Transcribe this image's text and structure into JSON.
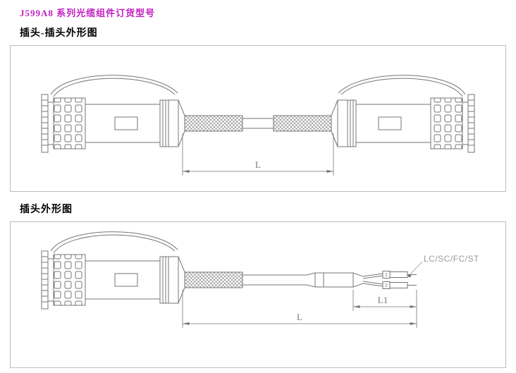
{
  "title": "J599A8 系列光缆组件订货型号",
  "section_plug_to_plug": {
    "heading": "插头-插头外形图",
    "dim_length_label": "L"
  },
  "section_plug": {
    "heading": "插头外形图",
    "dim_length_label": "L",
    "dim_l1_label": "L1",
    "connector_types_label": "LC/SC/FC/ST",
    "port_1": "1",
    "port_2": "2"
  },
  "colors": {
    "title_text": "#c020c0",
    "drawing_line": "#757575",
    "frame_border": "#bdbdbd",
    "background": "#ffffff"
  }
}
